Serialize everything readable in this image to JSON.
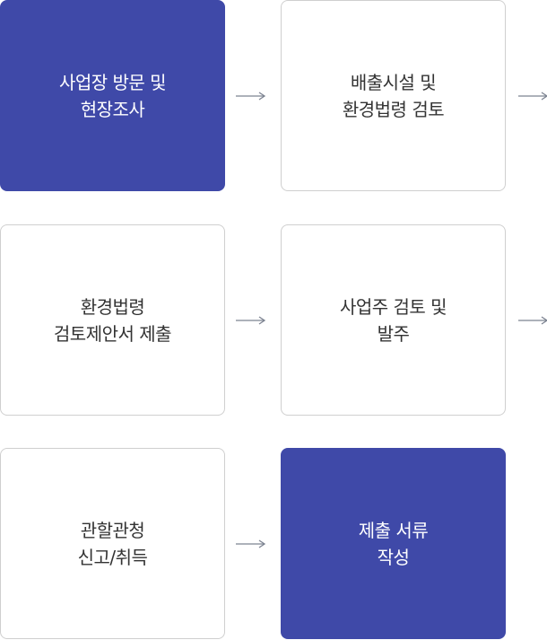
{
  "colors": {
    "accent": "#3f49a8",
    "arrow": "#7c8391"
  },
  "steps": [
    {
      "label": "사업장 방문 및\n현장조사",
      "style": "dark"
    },
    {
      "label": "배출시설 및\n환경법령 검토",
      "style": "light"
    },
    {
      "label": "환경법령\n검토제안서 제출",
      "style": "light"
    },
    {
      "label": "사업주 검토 및\n발주",
      "style": "light"
    },
    {
      "label": "관할관청\n신고/취득",
      "style": "light"
    },
    {
      "label": "제출 서류\n작성",
      "style": "dark"
    }
  ],
  "arrows": [
    "right-arrow-icon",
    "right-arrow-icon",
    "right-arrow-icon",
    "right-arrow-icon",
    "right-arrow-icon"
  ]
}
